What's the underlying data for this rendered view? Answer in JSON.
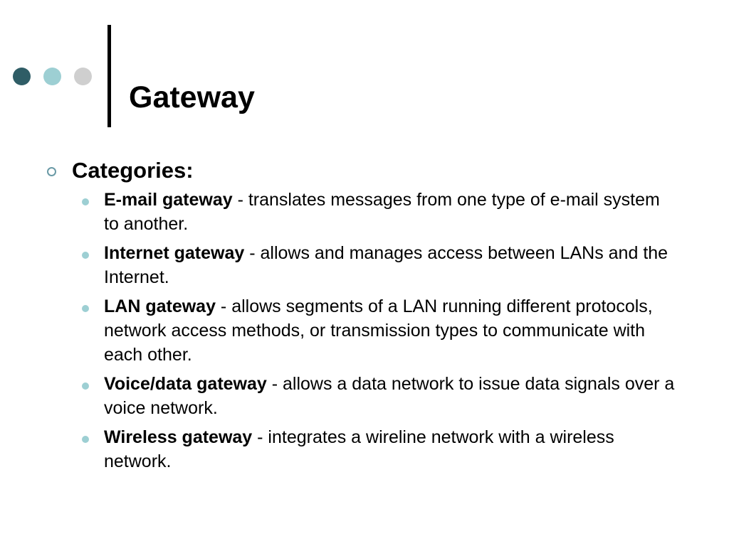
{
  "theme": {
    "dot_colors": [
      "#2f5d66",
      "#9dcfd3",
      "#cfcfcf"
    ],
    "ring_bullet_color": "#6a9aa6",
    "item_bullet_color": "#9dcfd3"
  },
  "slide": {
    "title": "Gateway",
    "heading": "Categories:",
    "items": [
      {
        "term": "E-mail gateway",
        "description": " - translates messages from one type of e-mail system to another."
      },
      {
        "term": "Internet gateway",
        "description": " - allows and manages access between LANs and the Internet."
      },
      {
        "term": "LAN gateway",
        "description": " - allows segments of a LAN running different protocols, network access methods, or transmission types to communicate with each other."
      },
      {
        "term": "Voice/data gateway",
        "description": " - allows a data network to issue data signals over a voice network."
      },
      {
        "term": "Wireless gateway",
        "description": " - integrates a wireline network with a wireless network."
      }
    ]
  }
}
